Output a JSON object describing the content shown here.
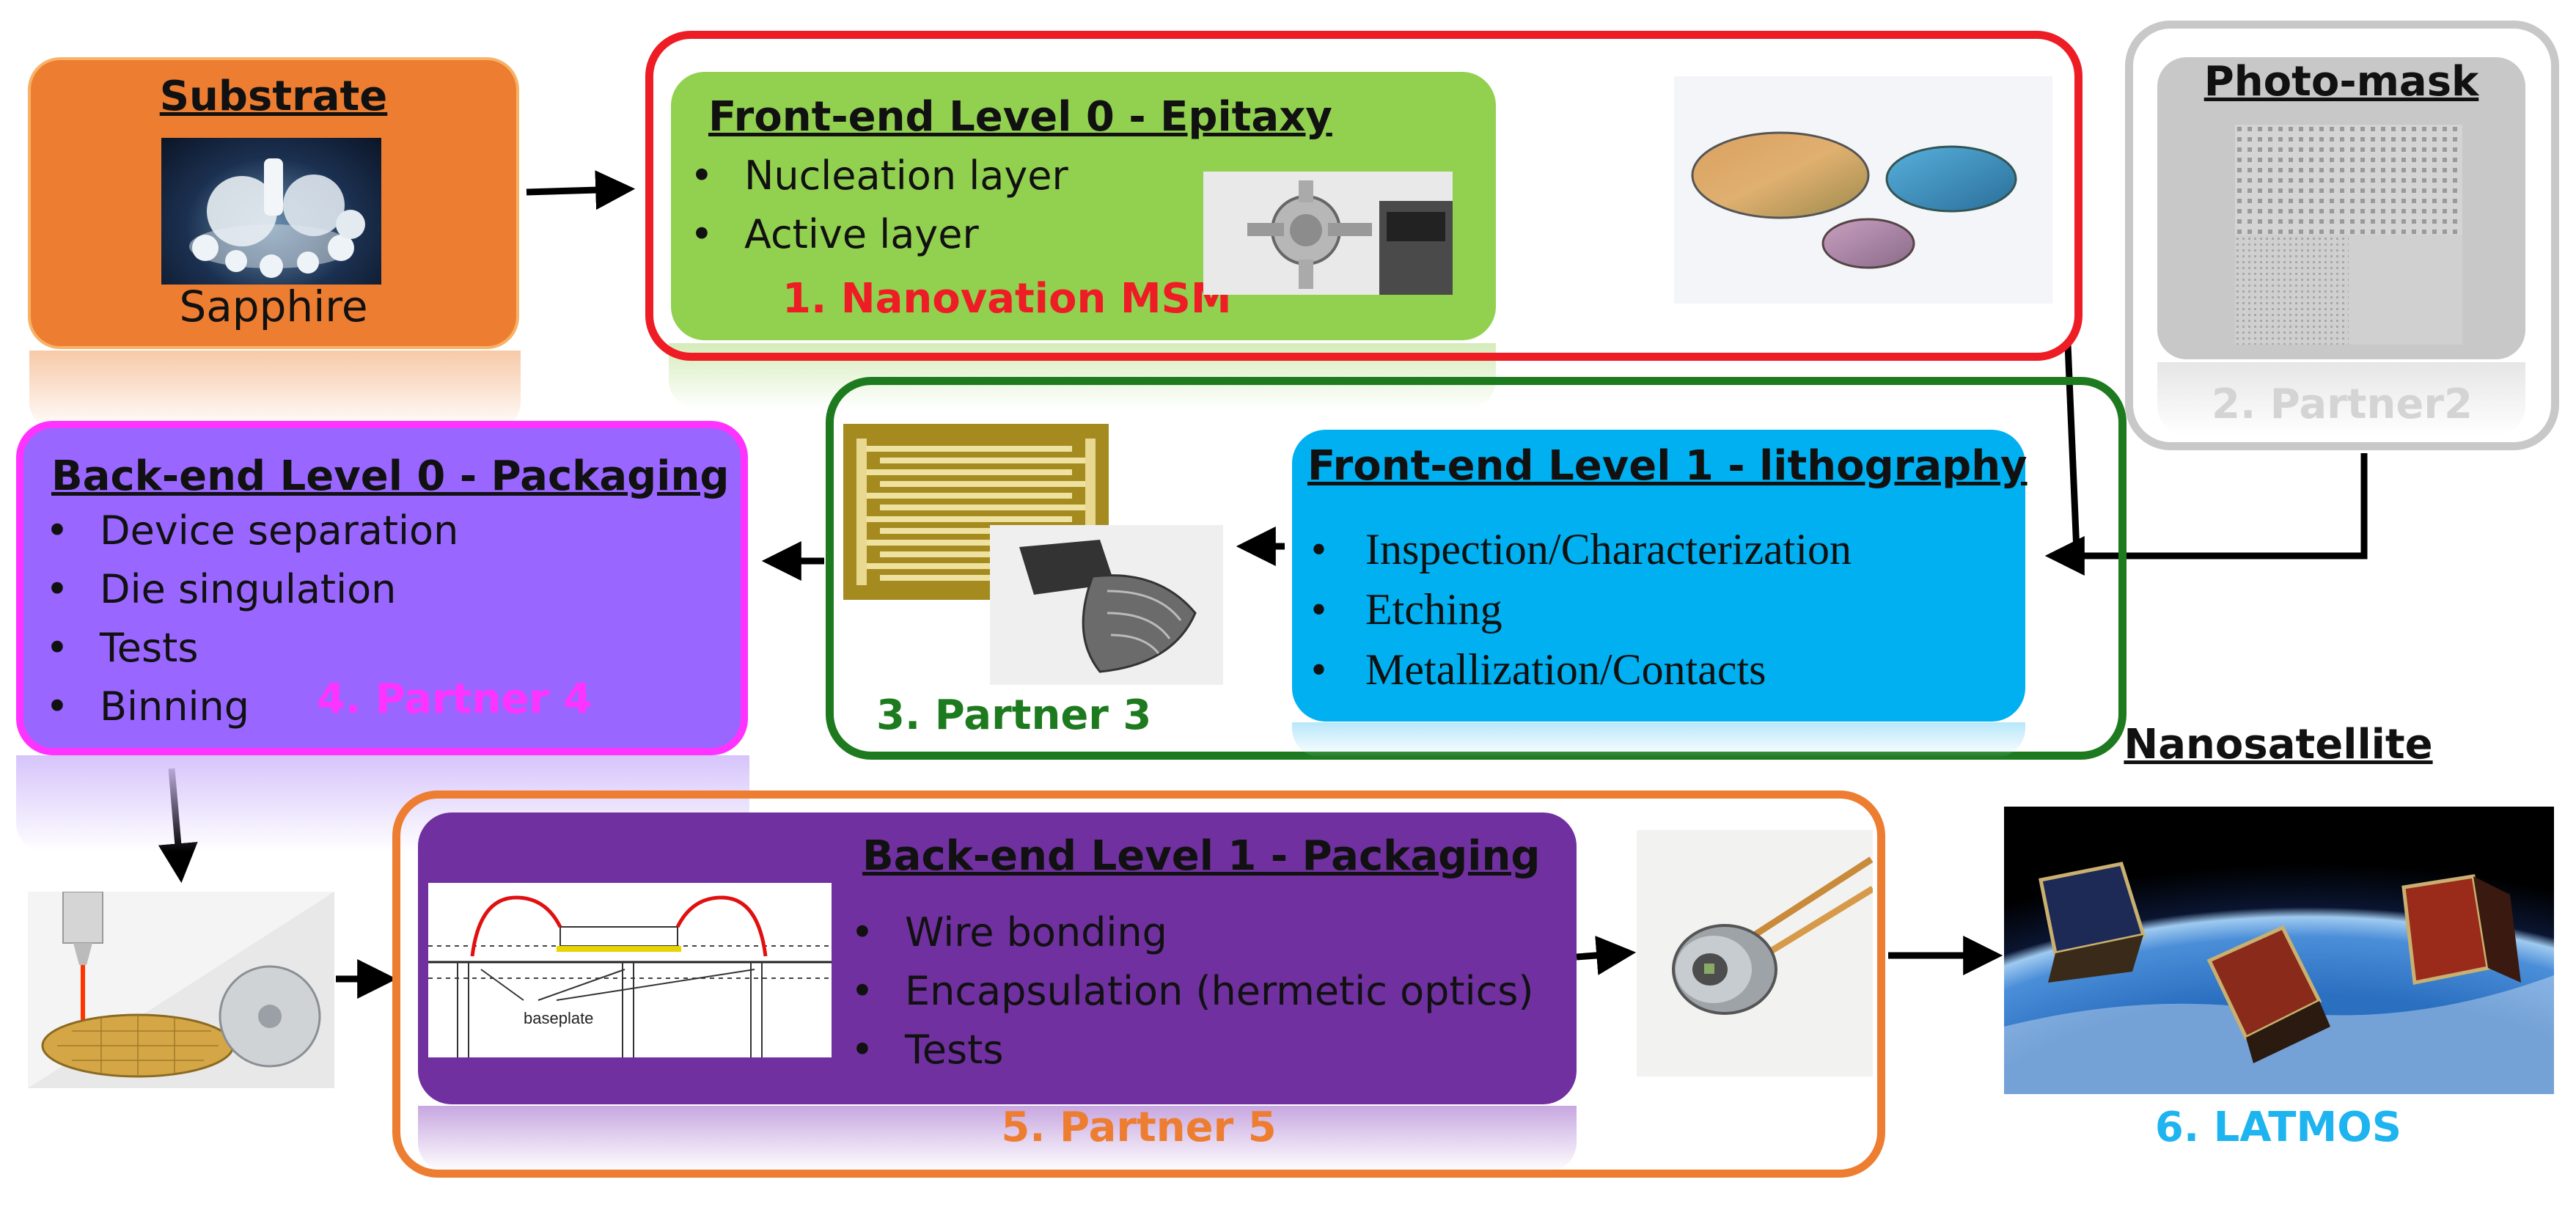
{
  "substrate": {
    "title": "Substrate",
    "material": "Sapphire"
  },
  "epitaxy": {
    "title": "Front-end Level 0 - Epitaxy",
    "items": [
      "Nucleation layer",
      "Active layer"
    ],
    "partner": "1. Nanovation MSM"
  },
  "photomask": {
    "title": "Photo-mask",
    "partner": "2. Partner2"
  },
  "lithography": {
    "title": "Front-end Level 1 - lithography",
    "items": [
      "Inspection/Characterization",
      "Etching",
      "Metallization/Contacts"
    ],
    "partner": "3. Partner 3"
  },
  "packaging0": {
    "title": "Back-end Level 0 - Packaging",
    "items": [
      "Device separation",
      "Die singulation",
      "Tests",
      "Binning"
    ],
    "partner": "4. Partner 4"
  },
  "packaging1": {
    "title": "Back-end Level 1 - Packaging",
    "items": [
      "Wire bonding",
      "Encapsulation (hermetic optics)",
      "Tests"
    ],
    "partner": "5. Partner 5",
    "diagram_label": "baseplate"
  },
  "nanosatellite": {
    "title": "Nanosatellite",
    "partner": "6. LATMOS"
  },
  "colors": {
    "substrate": "#ED7D31",
    "epitaxy": "#92D050",
    "red_frame": "#EE1C24",
    "gray_frame": "#C8C8C8",
    "lithography": "#00B0F0",
    "green_frame": "#1E7A1E",
    "packaging0": "#9966FF",
    "magenta": "#FF33FF",
    "packaging1": "#7030A0",
    "orange_frame": "#ED7D31",
    "latmos": "#1EB4F0"
  }
}
